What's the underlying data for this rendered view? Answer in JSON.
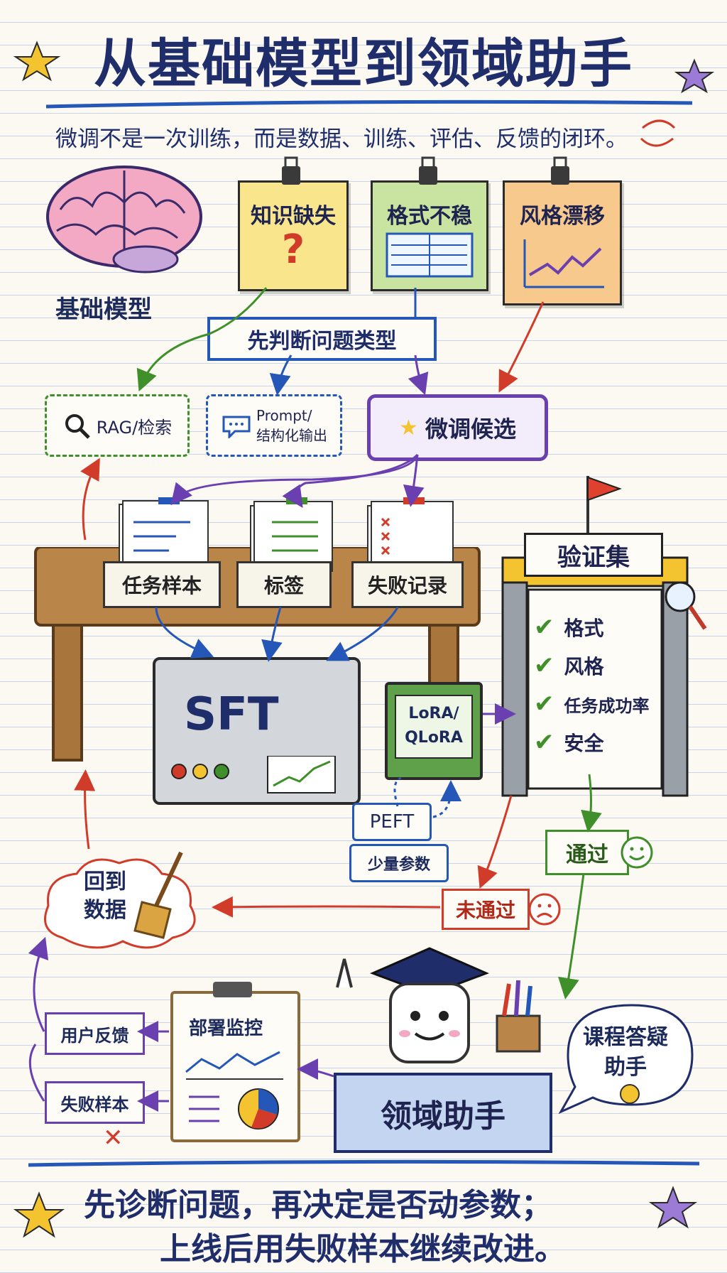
{
  "title": "从基础模型到领域助手",
  "subtitle": "微调不是一次训练，而是数据、训练、评估、反馈的闭环。",
  "base_model": "基础模型",
  "problems": [
    {
      "label": "知识缺失",
      "color": "#f8e58c"
    },
    {
      "label": "格式不稳",
      "color": "#c9e3a0"
    },
    {
      "label": "风格漂移",
      "color": "#f8c98c"
    }
  ],
  "decide": "先判断问题类型",
  "options": {
    "rag": "RAG/检索",
    "prompt_line1": "Prompt/",
    "prompt_line2": "结构化输出",
    "finetune": "微调候选"
  },
  "data_crates": [
    "任务样本",
    "标签",
    "失败记录"
  ],
  "sft": "SFT",
  "lora_line1": "LoRA/",
  "lora_line2": "QLoRA",
  "peft": "PEFT",
  "peft_note": "少量参数",
  "validation": {
    "title": "验证集",
    "items": [
      "格式",
      "风格",
      "任务成功率",
      "安全"
    ]
  },
  "pass": "通过",
  "fail": "未通过",
  "back_to_data_1": "回到",
  "back_to_data_2": "数据",
  "monitor": "部署监控",
  "feedback": [
    "用户反馈",
    "失败样本"
  ],
  "assistant": "领域助手",
  "assistant_example_1": "课程答疑",
  "assistant_example_2": "助手",
  "bottom_line1": "先诊断问题，再决定是否动参数；",
  "bottom_line2": "上线后用失败样本继续改进。",
  "colors": {
    "blue": "#2457b8",
    "green": "#3f8f2a",
    "red": "#d13b2a",
    "purple": "#6a3fb0",
    "navy": "#1f2d6b"
  }
}
